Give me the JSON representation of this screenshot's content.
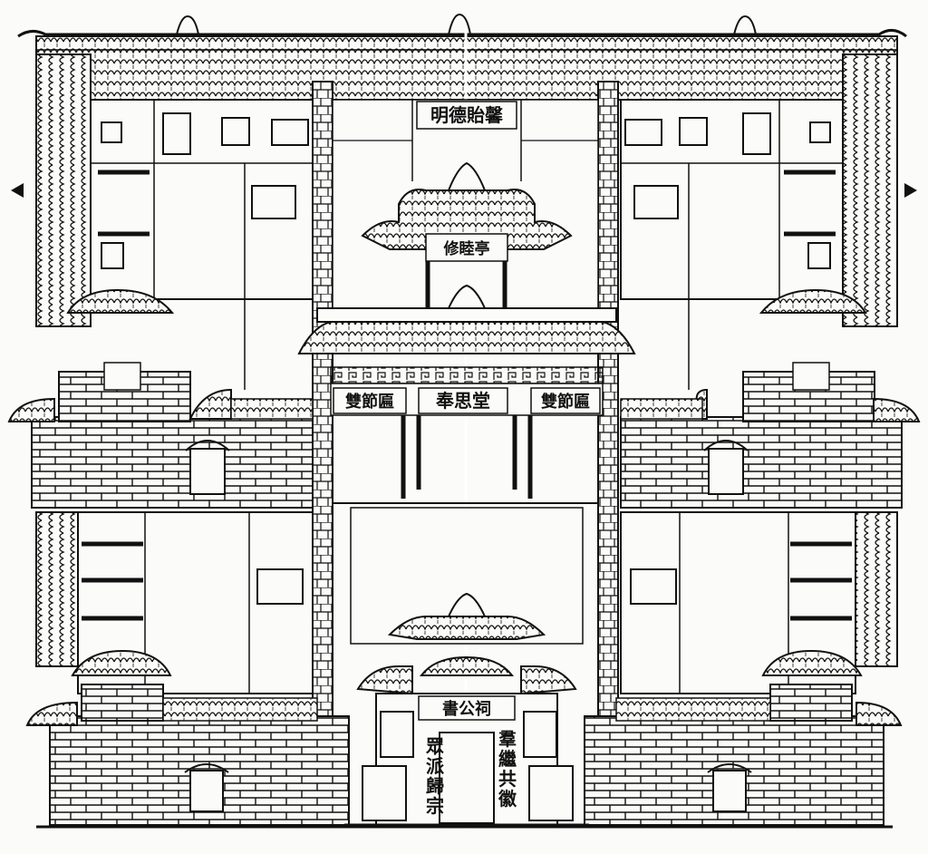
{
  "plaques": {
    "top_gate": "明德貽馨",
    "pavilion": "修睦亭",
    "left_shuangjie": "雙節匾",
    "hall": "奉思堂",
    "right_shuangjie": "雙節匾",
    "ancestral_hall": "書公祠"
  },
  "couplet": {
    "left": "眾派歸宗",
    "right": "羣繼共徽"
  },
  "colors": {
    "ink": "#111111",
    "paper": "#fbfbf9"
  }
}
